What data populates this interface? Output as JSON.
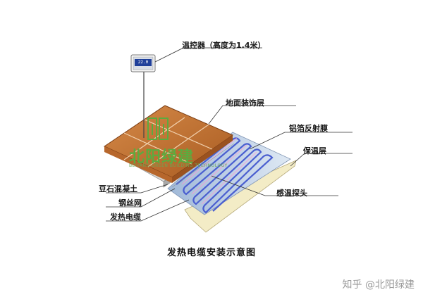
{
  "labels": {
    "thermostat": "温控器（高度为1.4米）",
    "floor_finish": "地面装饰层",
    "aluminum_foil": "铝箔反射膜",
    "insulation": "保温层",
    "concrete": "豆石混凝土",
    "steel_mesh": "钢丝网",
    "heating_cable": "发热电缆",
    "temp_probe": "感温探头"
  },
  "thermostat_screen": "22.0",
  "caption": "发热电缆安装示意图",
  "watermark": {
    "text": "北阳绿建",
    "subtext": "BEIYANG GREEN BUILDING TECHNOLOGY"
  },
  "source_credit": "知乎 @北阳绿建",
  "colors": {
    "tile": "#c8773a",
    "tile_dark": "#9a5220",
    "concrete": "#d9d9d9",
    "foil": "#bcd0e6",
    "insulation": "#f3ecc6",
    "cable": "#4a5fd0",
    "watermark": "#5cab3f"
  }
}
